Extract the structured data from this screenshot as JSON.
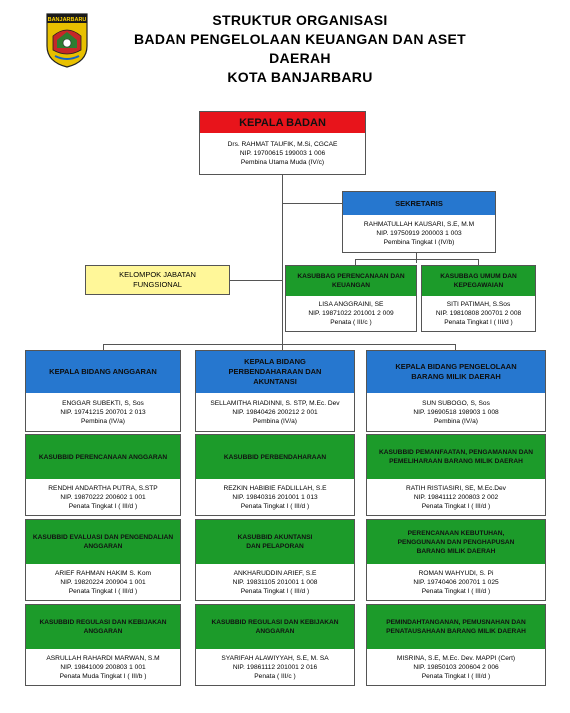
{
  "logo": {
    "text": "BANJARBARU"
  },
  "header": {
    "line1": "STRUKTUR ORGANISASI",
    "line2": "BADAN PENGELOLAAN KEUANGAN DAN ASET DAERAH",
    "line3": "KOTA BANJARBARU"
  },
  "kepala": {
    "title": "KEPALA BADAN",
    "name": "Drs. RAHMAT TAUFIK, M.Si, CGCAE",
    "nip": "NIP. 19700615 199003 1 006",
    "rank": "Pembina Utama Muda (IV/c)"
  },
  "sekretaris": {
    "title": "SEKRETARIS",
    "name": "RAHMATULLAH KAUSARI, S.E, M.M",
    "nip": "NIP. 19750919 200003 1 003",
    "rank": "Pembina Tingkat I (IV/b)"
  },
  "fungsional": {
    "title": "KELOMPOK JABATAN FUNGSIONAL"
  },
  "subbag": [
    {
      "title": "KASUBBAG PERENCANAAN DAN KEUANGAN",
      "name": "LISA ANGGRAINI, SE",
      "nip": "NIP. 19871022 201001 2 009",
      "rank": "Penata ( III/c )"
    },
    {
      "title": "KASUBBAG UMUM DAN KEPEGAWAIAN",
      "name": "SITI PATIMAH, S.Sos",
      "nip": "NIP. 19810808 200701 2 008",
      "rank": "Penata Tingkat I ( III/d )"
    }
  ],
  "bidang": [
    {
      "title": "KEPALA BIDANG ANGGARAN",
      "name": "ENGGAR SUBEKTI, S, Sos",
      "nip": "NIP. 19741215 200701 2 013",
      "rank": "Pembina (IV/a)",
      "subs": [
        {
          "title": "KASUBBID PERENCANAAN ANGGARAN",
          "name": "RENDHI ANDARTHA PUTRA, S.STP",
          "nip": "NIP. 19870222 200602 1 001",
          "rank": "Penata Tingkat I ( III/d )"
        },
        {
          "title": "KASUBBID EVALUASI DAN PENGENDALIAN ANGGARAN",
          "name": "ARIEF RAHMAN HAKIM S. Kom",
          "nip": "NIP. 19820224 200904 1 001",
          "rank": "Penata Tingkat I ( III/d )"
        },
        {
          "title": "KASUBBID REGULASI DAN KEBIJAKAN ANGGARAN",
          "name": "ASRULLAH RAHARDI MARWAN, S.M",
          "nip": "NIP. 19841009 200803 1 001",
          "rank": "Penata Muda Tingkat I ( III/b )"
        }
      ]
    },
    {
      "title": "KEPALA BIDANG PERBENDAHARAAN DAN AKUNTANSI",
      "name": "SELLAMITHA RIADINNI, S. STP, M.Ec. Dev",
      "nip": "NIP. 19840426 200212 2 001",
      "rank": "Pembina (IV/a)",
      "subs": [
        {
          "title": "KASUBBID PERBENDAHARAAN",
          "name": "REZKIN HABIBIE FADLILLAH, S.E",
          "nip": "NIP. 19840316 201001 1 013",
          "rank": "Penata Tingkat I ( III/d )"
        },
        {
          "title": "KASUBBID AKUNTANSI DAN PELAPORAN",
          "name": "ANKHARUDDIN ARIEF, S.E",
          "nip": "NIP. 19831105 201001 1 008",
          "rank": "Penata Tingkat I ( III/d )"
        },
        {
          "title": "KASUBBID REGULASI DAN KEBIJAKAN ANGGARAN",
          "name": "SYARIFAH ALAWIYYAH, S.E, M. SA",
          "nip": "NIP. 19861112 201001 2 016",
          "rank": "Penata ( III/c )"
        }
      ]
    },
    {
      "title": "KEPALA BIDANG PENGELOLAAN BARANG MILIK DAERAH",
      "name": "SUN SUBOGO, S, Sos",
      "nip": "NIP. 19690518 198903 1 008",
      "rank": "Pembina (IV/a)",
      "subs": [
        {
          "title": "KASUBBID PEMANFAATAN, PENGAMANAN DAN PEMELIHARAAN BARANG MILIK DAERAH",
          "name": "RATIH RISTIASIRI, SE, M.Ec.Dev",
          "nip": "NIP. 19841112 200803 2 002",
          "rank": "Penata Tingkat I ( III/d )"
        },
        {
          "title": "PERENCANAAN KEBUTUHAN, PENGGUNAAN DAN PENGHAPUSAN BARANG MILIK DAERAH",
          "name": "ROMAN WAHYUDI, S. Pi",
          "nip": "NIP. 19740406 200701 1 025",
          "rank": "Penata Tingkat I ( III/d )"
        },
        {
          "title": "PEMINDAHTANGANAN, PEMUSNAHAN DAN PENATAUSAHAAN BARANG MILIK DAERAH",
          "name": "MISRINA, S.E, M.Ec. Dev. MAPPI (Cert)",
          "nip": "NIP. 19850103 200604 2 006",
          "rank": "Penata Tingkat I ( III/d )"
        }
      ]
    }
  ]
}
